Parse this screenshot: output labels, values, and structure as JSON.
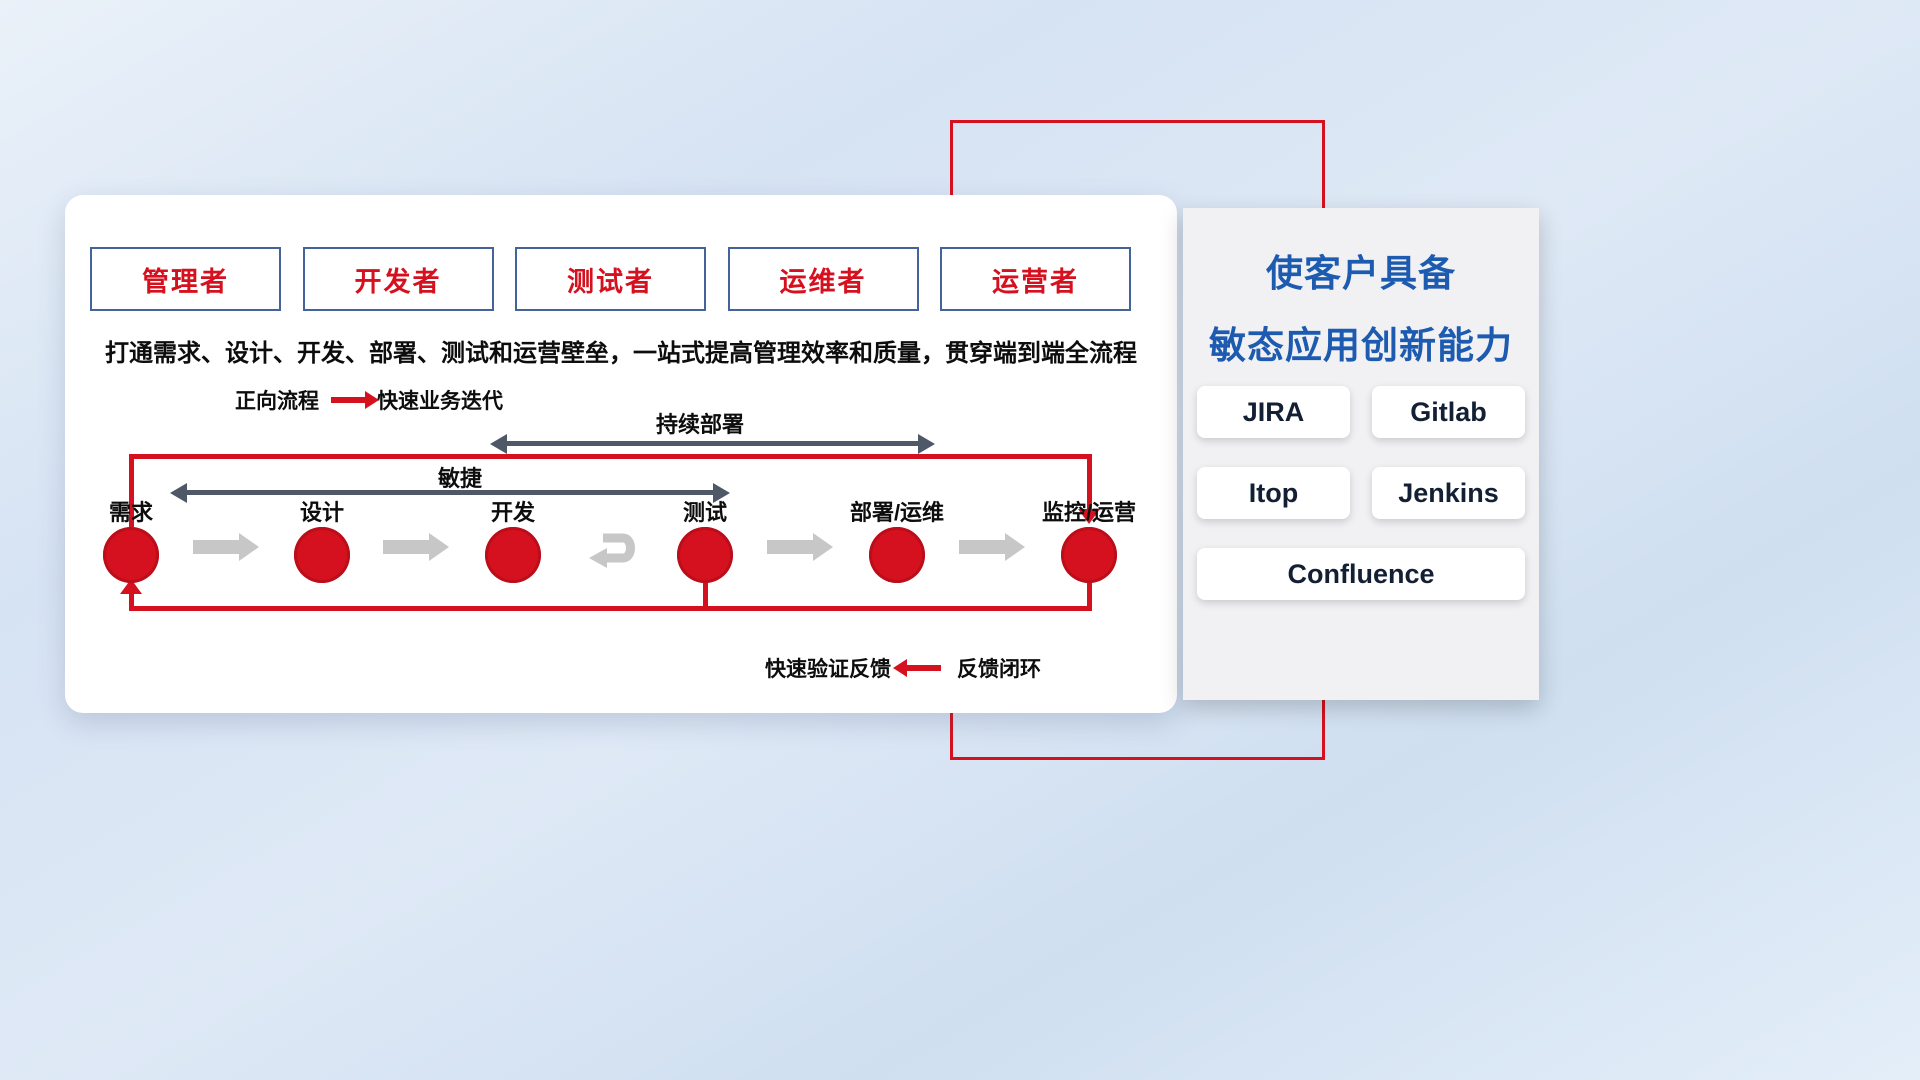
{
  "right_panel": {
    "title_line1": "使客户具备",
    "title_line2": "敏态应用创新能力",
    "tools": [
      "JIRA",
      "Gitlab",
      "Itop",
      "Jenkins",
      "Confluence"
    ]
  },
  "diagram": {
    "roles": [
      "管理者",
      "开发者",
      "测试者",
      "运维者",
      "运营者"
    ],
    "description": "打通需求、设计、开发、部署、测试和运营壁垒，一站式提高管理效率和质量，贯穿端到端全流程",
    "forward_legend_label": "正向流程",
    "forward_legend_value": "快速业务迭代",
    "continuous_deploy_label": "持续部署",
    "agile_label": "敏捷",
    "nodes": [
      "需求",
      "设计",
      "开发",
      "测试",
      "部署/运维",
      "监控/运营"
    ],
    "feedback_text": "快速验证反馈",
    "feedback_legend": "反馈闭环"
  },
  "colors": {
    "accent_red": "#d6111f",
    "title_blue": "#1d5bb0",
    "arrow_gray": "#c7c7c7",
    "dark_arrow": "#4e5866"
  }
}
